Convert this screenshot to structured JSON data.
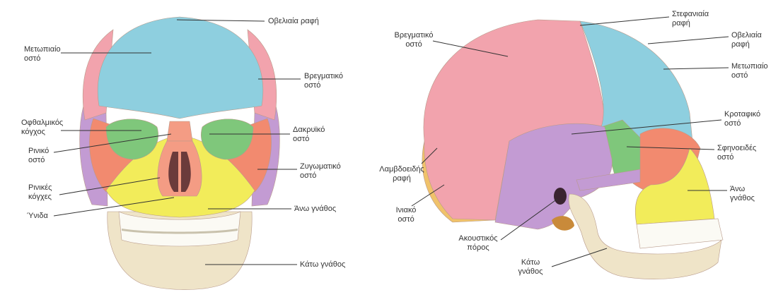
{
  "colors": {
    "parietal": "#f2a3ad",
    "frontal": "#8ecfdf",
    "temporal": "#c39bd3",
    "zygomatic": "#f28a6f",
    "maxilla": "#f2ec5a",
    "sphenoid": "#7fc77b",
    "occipital": "#f0c26a",
    "mandible": "#efe4c8",
    "teeth": "#fbfaf4",
    "nasal": "#f49c84",
    "line": "#333333"
  },
  "front_view": {
    "labels": {
      "sagittal_suture": "Οβελιαία ραφή",
      "frontal_bone": "Μετωπιαίο\nοστό",
      "parietal_bone": "Βρεγματικό\nοστό",
      "orbit": "Οφθαλμικός\nκόγχος",
      "lacrimal_bone": "Δακρυϊκό\nοστό",
      "nasal_bone": "Ρινικό\nοστό",
      "zygomatic_bone": "Ζυγωματικό\nοστό",
      "nasal_conchae": "Ρινικές\nκόγχες",
      "upper_jaw": "Άνω γνάθος",
      "vomer": "Ύνιδα",
      "lower_jaw": "Κάτω γνάθος"
    }
  },
  "side_view": {
    "labels": {
      "parietal_bone": "Βρεγματικό\nοστό",
      "coronal_suture": "Στεφανιαία\nραφή",
      "sagittal_suture": "Οβελιαία\nραφή",
      "frontal_bone": "Μετωπιαίο\nοστό",
      "temporal_bone": "Κροταφικό\nοστό",
      "sphenoid_bone": "Σφηνοειδές\nοστό",
      "lambdoid_suture": "Λαμβδοειδής\nραφή",
      "occipital_bone": "Ινιακό\nοστό",
      "upper_jaw": "Άνω\nγνάθος",
      "ear_canal": "Ακουστικός\nπόρος",
      "lower_jaw": "Κάτω\nγνάθος"
    }
  }
}
